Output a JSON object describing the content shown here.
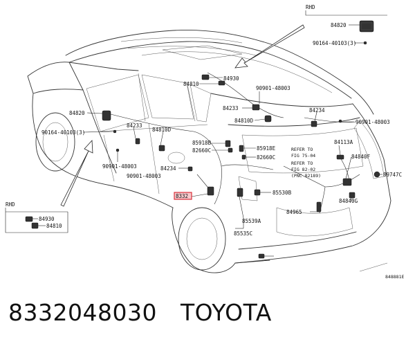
{
  "part_labels": {
    "a84820_top": "84820",
    "a90164_top": "90164-40103(3)",
    "a84930_top": "84930",
    "a84810_top": "84810",
    "a90901_roof": "90901-48003",
    "a84233_roof": "84233",
    "a84810d_roof": "84810D",
    "a84234_rear": "84234",
    "a90901_rear": "90901-48003",
    "a84820_left": "84820",
    "a90164_left": "90164-40103(3)",
    "a84233_left": "84233",
    "a84810d_left": "84810D",
    "a85918b": "85918B",
    "a82660c_a": "82660C",
    "a85918e": "85918E",
    "a82660c_b": "82660C",
    "a90901_left": "90901-48003",
    "a84234_left": "84234",
    "a90901_mid": "90901-48003",
    "a84113a": "84113A",
    "a84840f": "84840F",
    "a89747c": "89747C",
    "a83320": "8332",
    "a85530b": "85530B",
    "a84965": "84965",
    "a84840g": "84840G",
    "a85539a": "85539A",
    "a85535c": "85535C",
    "a84930_box": "84930",
    "a84810_box": "84810",
    "diagram_id": "848881E"
  },
  "variant_labels": {
    "rhd_top": "RHD",
    "rhd_left": "RHD"
  },
  "notes": {
    "refer1_line1": "REFER TO",
    "refer1_line2": "FIG 75-04",
    "refer2_line1": "REFER TO",
    "refer2_line2": "FIG 82-02",
    "refer2_line3": "(PNC 82189)"
  },
  "caption": {
    "part_number": "8332048030",
    "brand": "TOYOTA"
  },
  "colors": {
    "highlight": "#d9303a",
    "ink": "#222222"
  }
}
